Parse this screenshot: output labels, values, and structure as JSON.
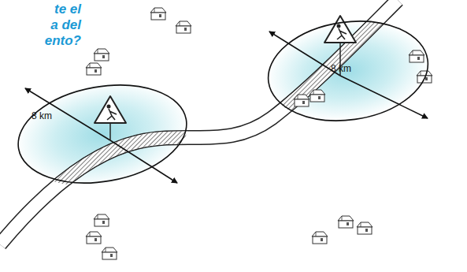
{
  "diagram": {
    "nodes": [
      {
        "text": [
          "8 km"
        ]
      },
      {
        "text": [
          "8 km"
        ]
      }
    ],
    "labels": [
      "te el",
      "a del",
      "ento?"
    ]
  }
}
